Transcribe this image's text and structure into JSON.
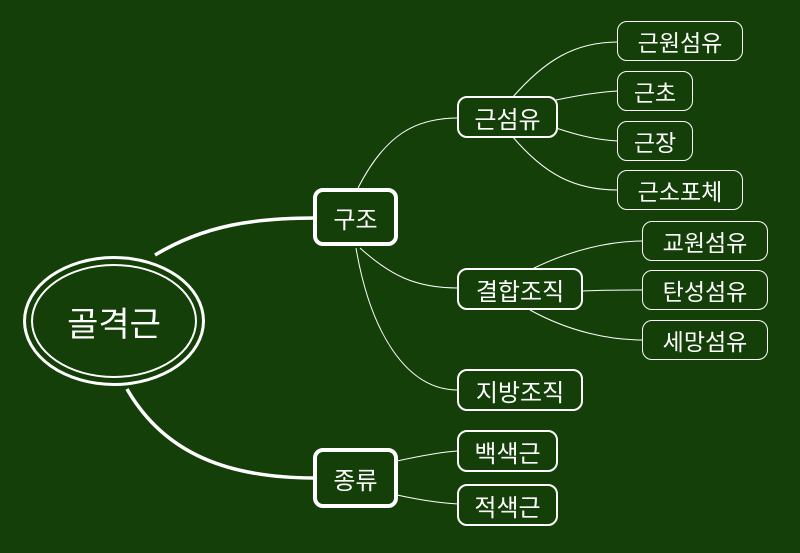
{
  "colors": {
    "background": "#143f08",
    "foreground": "#ffffff"
  },
  "mindmap": {
    "root": {
      "label": "골격근"
    },
    "structure": {
      "label": "구조",
      "muscle_fiber": {
        "label": "근섬유",
        "children": [
          "근원섬유",
          "근초",
          "근장",
          "근소포체"
        ]
      },
      "connective_tissue": {
        "label": "결합조직",
        "children": [
          "교원섬유",
          "탄성섬유",
          "세망섬유"
        ]
      },
      "adipose_tissue": {
        "label": "지방조직"
      }
    },
    "types": {
      "label": "종류",
      "children": [
        "백색근",
        "적색근"
      ]
    }
  }
}
